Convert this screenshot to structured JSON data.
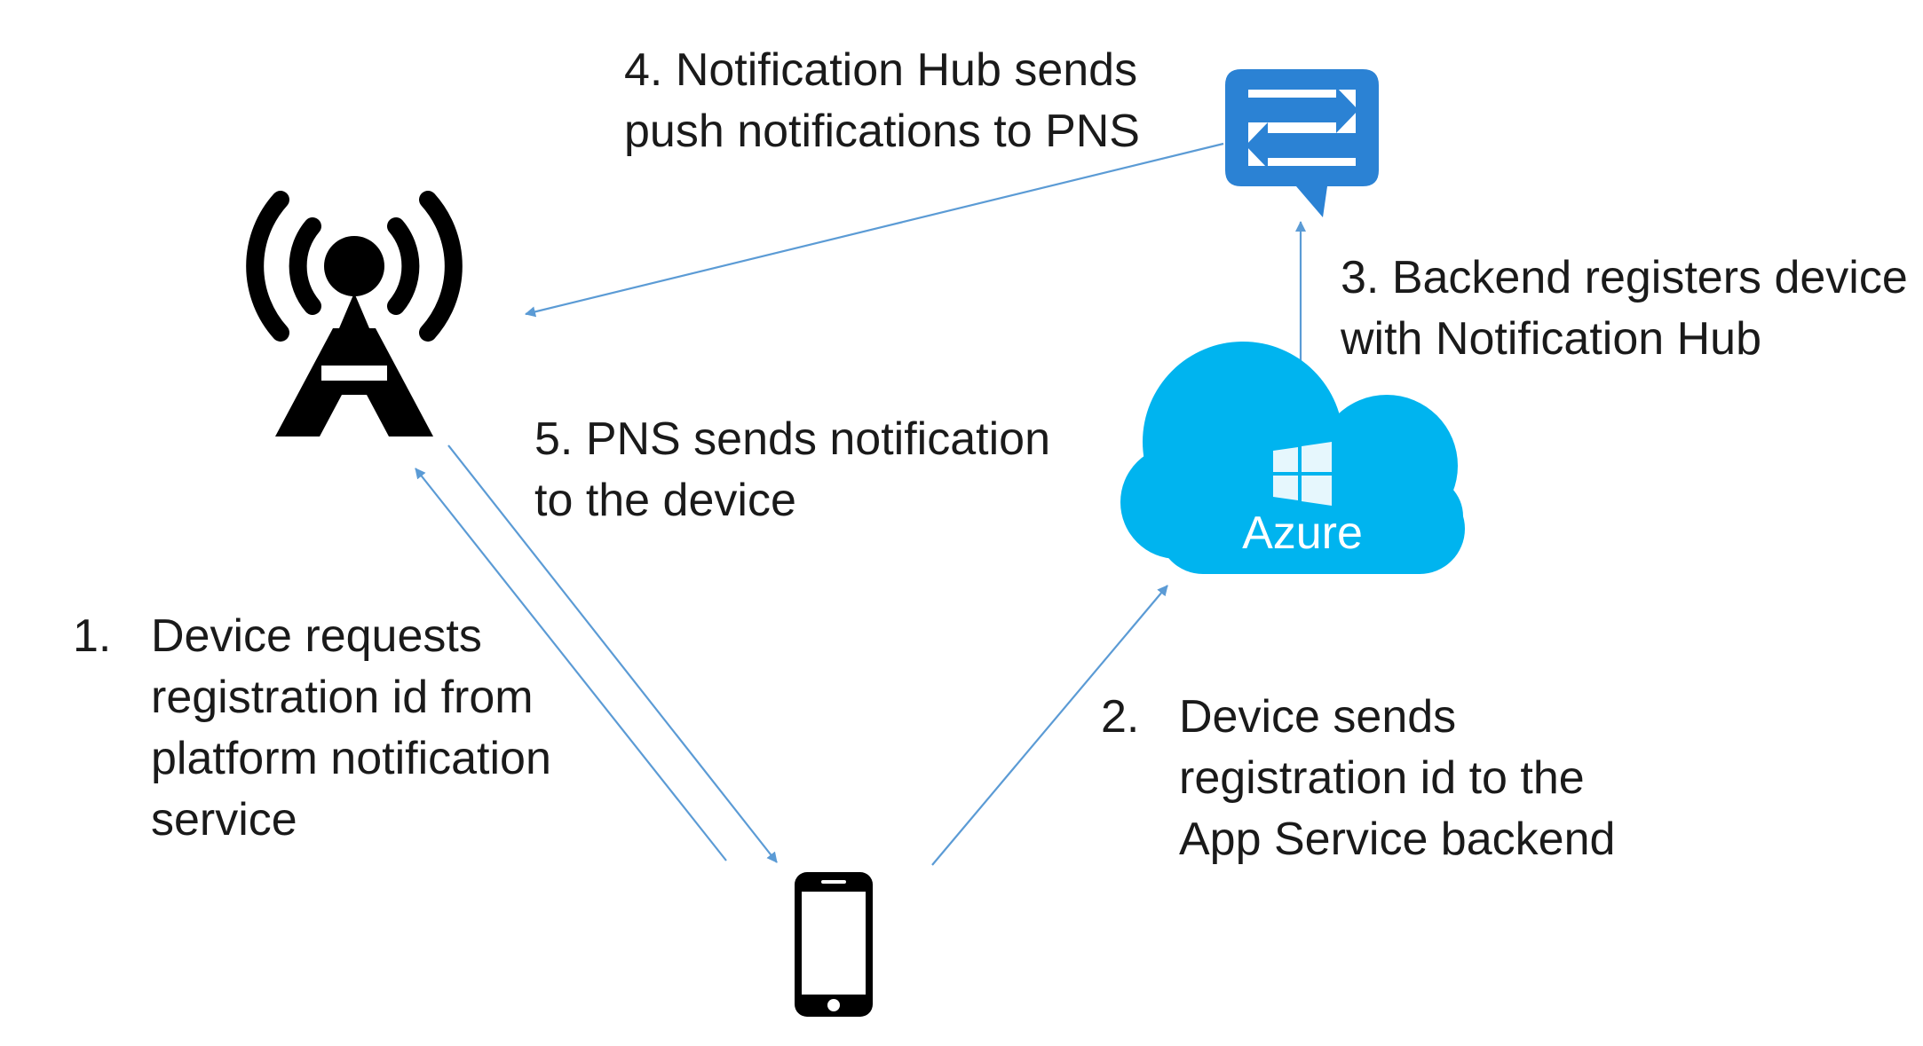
{
  "colors": {
    "arrow": "#5b9bd5",
    "hub_blue": "#2b82d4",
    "cloud": "#00b4ef",
    "icon_dark": "#000000"
  },
  "icons": {
    "tower": "radio-tower-icon",
    "hub": "notification-hub-icon",
    "cloud": "azure-cloud-icon",
    "phone": "smartphone-icon"
  },
  "cloud_label": "Azure",
  "steps": {
    "step1": {
      "number": "1.",
      "lines": [
        "Device requests",
        "registration id from",
        "platform notification",
        "service"
      ]
    },
    "step2": {
      "number": "2.",
      "lines": [
        "Device sends",
        "registration id to the",
        "App Service backend"
      ]
    },
    "step3": {
      "lines": [
        "3. Backend registers device",
        "with Notification Hub"
      ]
    },
    "step4": {
      "lines": [
        "4. Notification Hub sends",
        "push notifications to PNS"
      ]
    },
    "step5": {
      "lines": [
        "5. PNS sends notification",
        "to the device"
      ]
    }
  }
}
